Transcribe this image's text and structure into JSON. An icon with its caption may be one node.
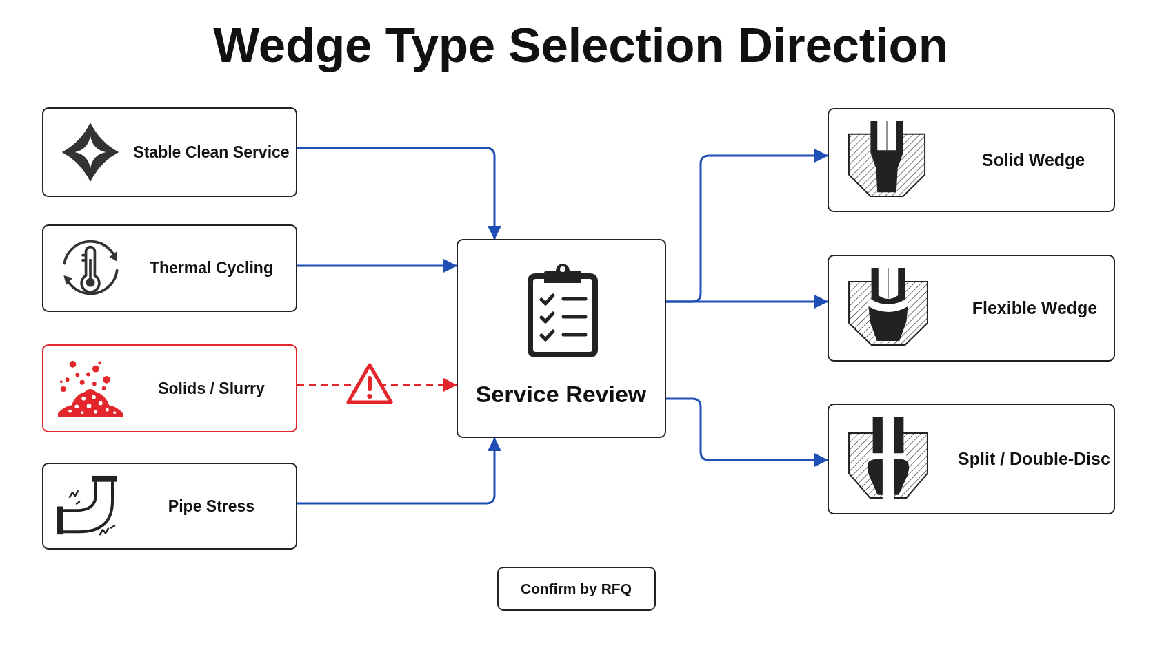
{
  "diagram": {
    "title": "Wedge Type Selection Direction",
    "nodes": [
      {
        "text": [
          "Stable Clean Service"
        ]
      },
      {
        "text": [
          "Thermal Cycling"
        ]
      },
      {
        "text": [
          "Solids / Slurry"
        ]
      },
      {
        "text": [
          "Pipe Stress"
        ]
      },
      {
        "text": [
          "Service Review"
        ]
      },
      {
        "text": [
          "Solid Wedge"
        ]
      },
      {
        "text": [
          "Flexible Wedge"
        ]
      },
      {
        "text": [
          "Split / Double-Disc"
        ]
      },
      {
        "text": [
          "Confirm by RFQ"
        ]
      }
    ],
    "edges": [
      {
        "from": 0,
        "to": 4,
        "arrow": "to"
      },
      {
        "from": 1,
        "to": 4,
        "arrow": "to"
      },
      {
        "from": 2,
        "to": 4,
        "arrow": "to",
        "style": "dashed",
        "color": "#e3262b"
      },
      {
        "from": 3,
        "to": 4,
        "arrow": "to"
      },
      {
        "from": 4,
        "to": 5,
        "arrow": "to"
      },
      {
        "from": 4,
        "to": 6,
        "arrow": "to"
      },
      {
        "from": 4,
        "to": 7,
        "arrow": "to"
      }
    ]
  }
}
